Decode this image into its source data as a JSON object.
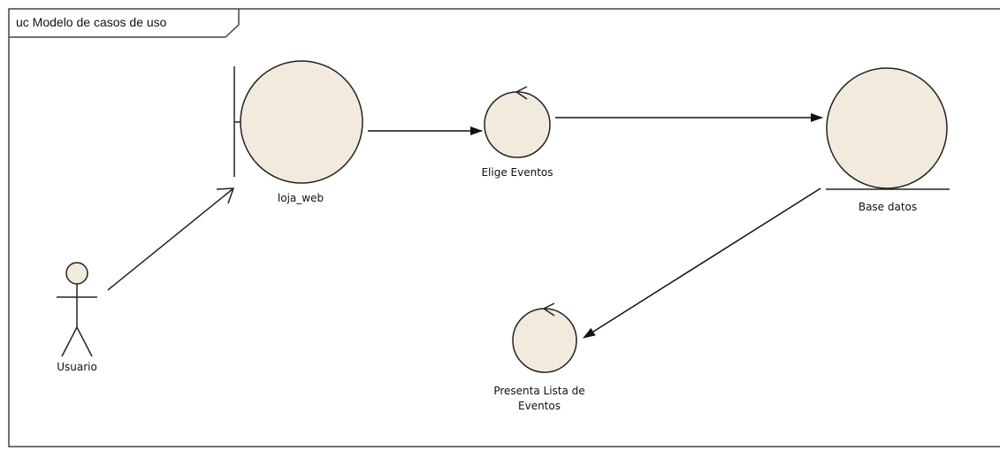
{
  "frame": {
    "title": "uc Modelo de casos de uso"
  },
  "elements": {
    "actor": {
      "label": "Usuario"
    },
    "boundary": {
      "label": "loja_web"
    },
    "control_elige": {
      "label": "Elige Eventos"
    },
    "entity": {
      "label": "Base datos"
    },
    "control_presenta": {
      "label_line1": "Presenta Lista de",
      "label_line2": "Eventos"
    }
  },
  "colors": {
    "fill": "#f2eadc",
    "stroke": "#222222",
    "frame_border": "#444444"
  }
}
